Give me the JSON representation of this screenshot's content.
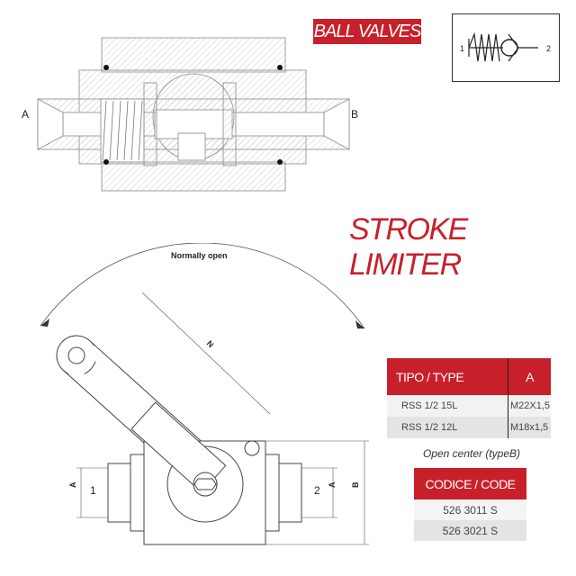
{
  "header": {
    "badge": "BALL VALVES"
  },
  "symbol": {
    "port_1": "1",
    "port_2": "2"
  },
  "section_drawing": {
    "port_a": "A",
    "port_b": "B"
  },
  "stroke_limiter": {
    "title": "STROKE LIMITER",
    "arc_label": "Normally open",
    "dim_n": "N",
    "port_1": "1",
    "port_2": "2",
    "dim_a_left": "A",
    "dim_a_right": "A",
    "dim_b": "B"
  },
  "type_table": {
    "headers": [
      "TIPO / TYPE",
      "A"
    ],
    "rows": [
      [
        "RSS 1/2 15L",
        "M22X1,5"
      ],
      [
        "RSS 1/2 12L",
        "M18x1,5"
      ]
    ]
  },
  "open_center_note": "Open center (typeB)",
  "code_table": {
    "header": "CODICE / CODE",
    "rows": [
      "526 3011 S",
      "526 3021 S"
    ]
  },
  "colors": {
    "accent": "#c8202a"
  }
}
